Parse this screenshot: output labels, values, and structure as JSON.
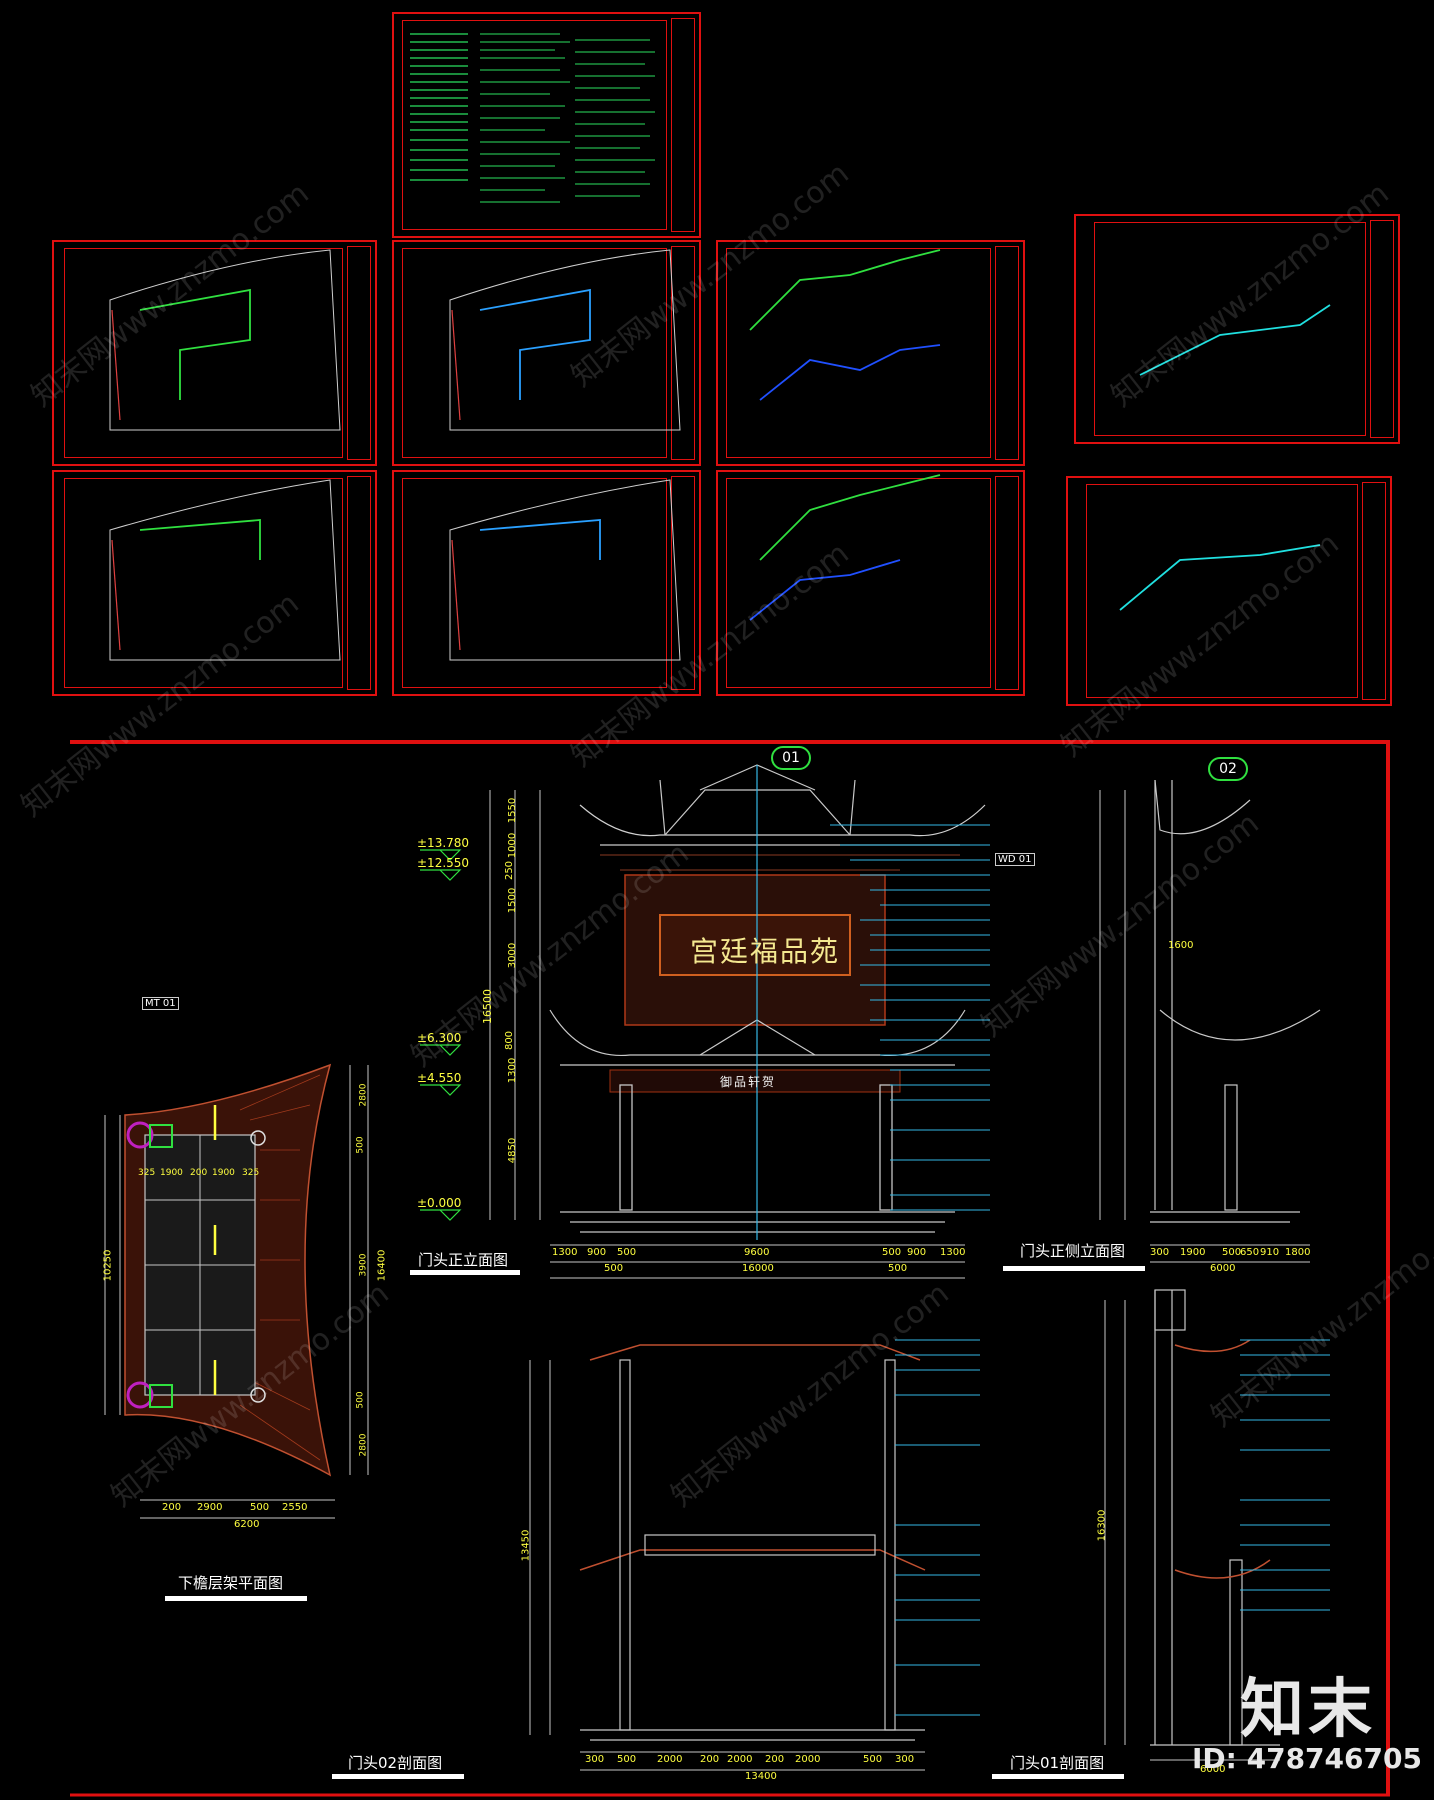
{
  "drawing_titles": {
    "lower_eave_plan": "下檐层架平面图",
    "front_elevation": "门头正立面图",
    "side_elevation": "门头正侧立面图",
    "section_02": "门头02剖面图",
    "section_01": "门头01剖面图"
  },
  "section_markers": [
    "01",
    "02"
  ],
  "plaque_text": "宫廷福品苑",
  "lower_plaque_text": "御品轩贺",
  "elevation_marks": [
    "±13.780",
    "±12.550",
    "±6.300",
    "±4.550",
    "±0.000"
  ],
  "front_elevation_dims": {
    "vertical": [
      "1550",
      "1000",
      "250",
      "1500",
      "3000",
      "800",
      "1300",
      "4850"
    ],
    "total_height": "16500",
    "bottom": [
      "1300",
      "900",
      "500",
      "9600",
      "500",
      "900",
      "1300"
    ],
    "bottom_secondary": [
      "500",
      "500"
    ],
    "total_width": "16000"
  },
  "side_elevation_dims": {
    "bottom": [
      "300",
      "1900",
      "500",
      "650",
      "910",
      "1800"
    ],
    "total_width": "6000",
    "inner_width": "1600"
  },
  "plan_dims": {
    "top": [
      "325",
      "1900",
      "200",
      "1900",
      "325"
    ],
    "left_total": "10250",
    "right": [
      "2800",
      "500",
      "3900",
      "500",
      "2800"
    ],
    "right_total": "16400",
    "bottom": [
      "200",
      "2900",
      "500",
      "2550"
    ],
    "bottom_total": "6200"
  },
  "section_02_dims": {
    "bottom": [
      "300",
      "500",
      "2000",
      "200",
      "2000",
      "200",
      "2000",
      "500",
      "300"
    ],
    "total_width": "13400",
    "total_height": "13450"
  },
  "section_01_dims": {
    "total_height": "16300",
    "bottom_total": "6000"
  },
  "callout_codes": [
    "WD 01",
    "MT 01"
  ],
  "watermark_text": "知末网www.znzmo.com",
  "brand": {
    "logo_text": "知末",
    "id_text": "ID: 478746705"
  },
  "colors": {
    "frame_red": "#e01010",
    "pipe_green": "#30e040",
    "pipe_blue": "#2050ff",
    "pipe_cyan": "#20e0e0",
    "dim_yellow": "#ffff40",
    "roof_red": "#c04020",
    "line_cyan": "#35b8e6"
  }
}
